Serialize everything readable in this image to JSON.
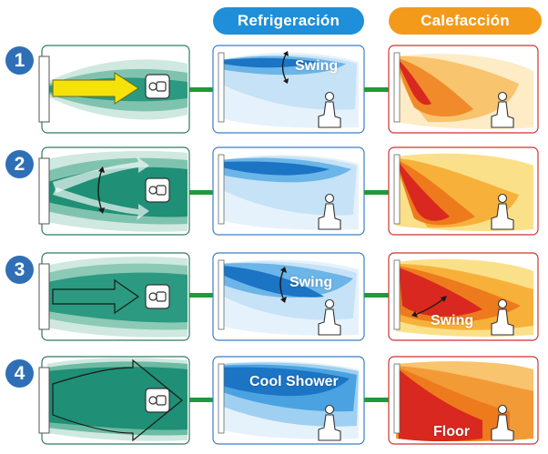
{
  "headers": {
    "cooling": "Refrigeración",
    "heating": "Calefacción"
  },
  "colors": {
    "header_cooling": "#1e8fd8",
    "header_heating": "#f39a1b",
    "number_badge": "#2f6fb6",
    "connector": "#1f9a3a",
    "frame_cooling": "#3a7fc7",
    "frame_heating": "#d0312d"
  },
  "rows": [
    {
      "number": "1",
      "cooling_label": "Swing",
      "heating_label": ""
    },
    {
      "number": "2",
      "cooling_label": "",
      "heating_label": ""
    },
    {
      "number": "3",
      "cooling_label": "Swing",
      "heating_label": "Swing"
    },
    {
      "number": "4",
      "cooling_label": "Cool Shower",
      "heating_label": "Floor"
    }
  ]
}
